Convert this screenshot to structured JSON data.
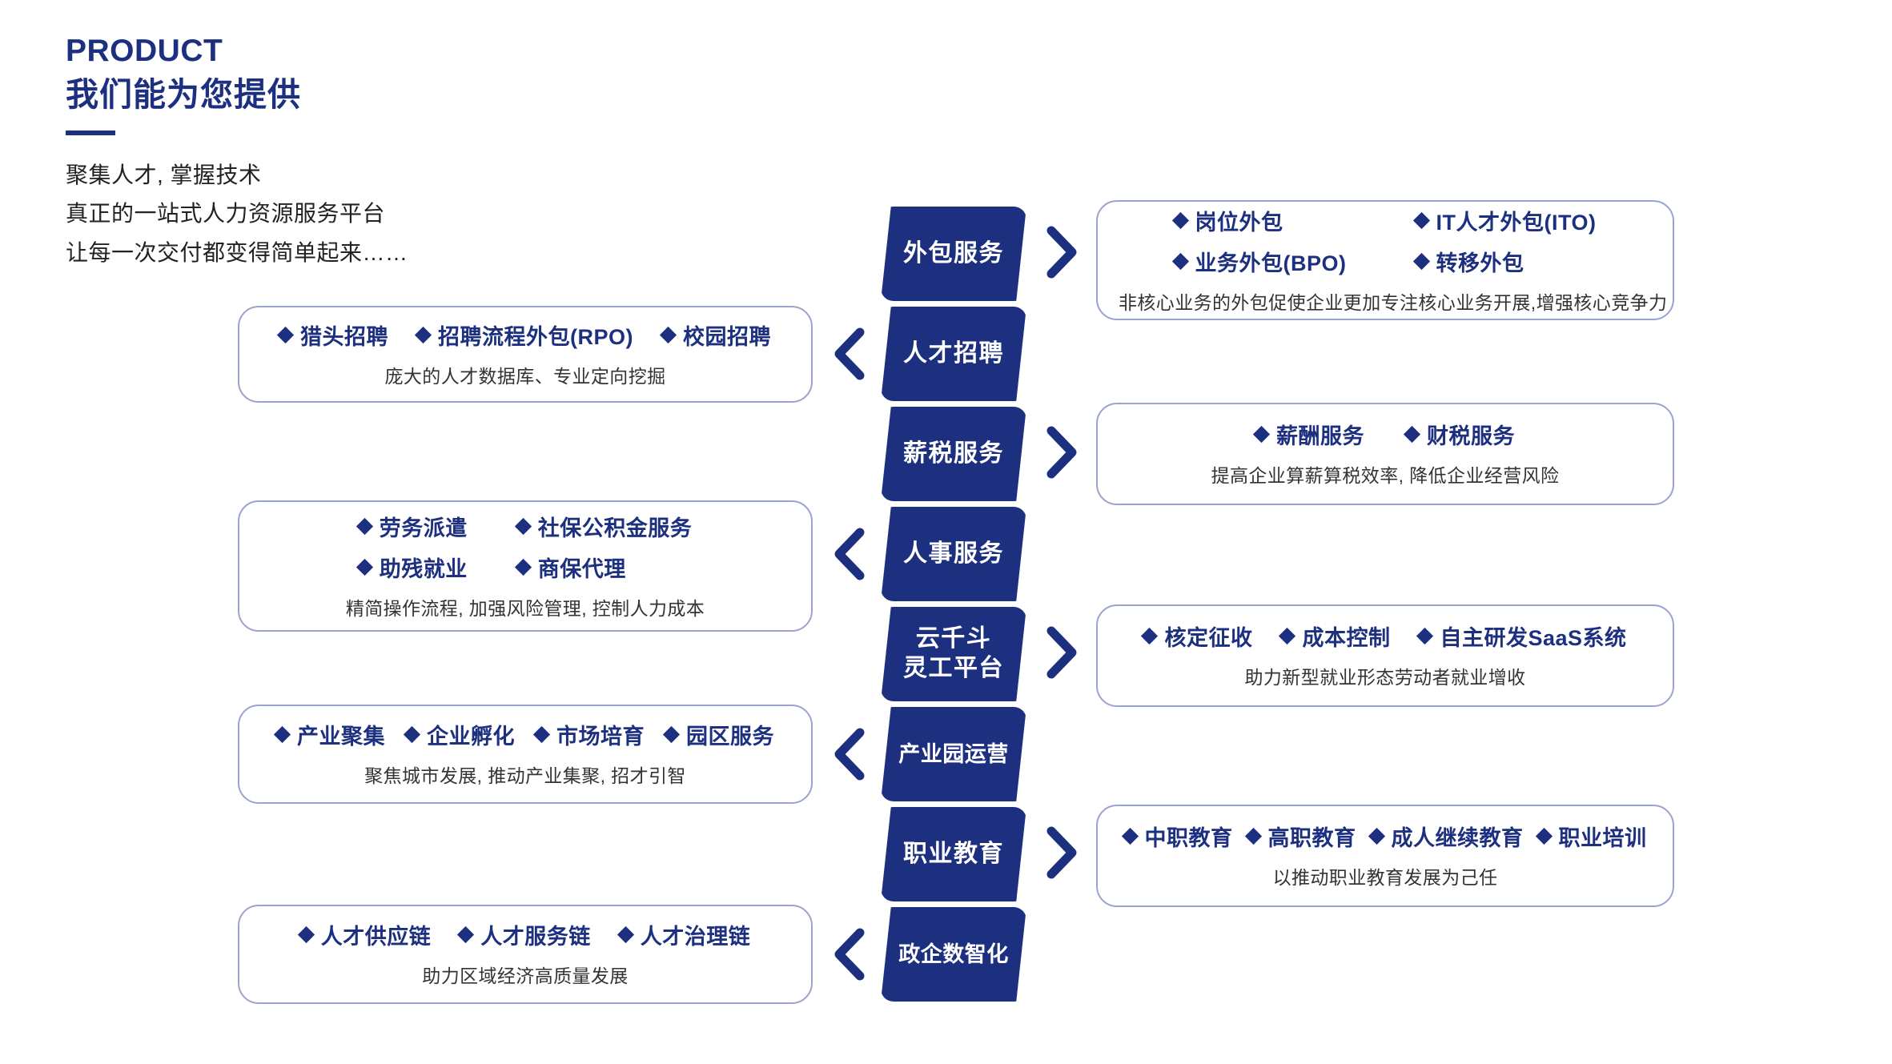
{
  "header": {
    "eyebrow": "PRODUCT",
    "title_cn": "我们能为您提供",
    "desc_line1": "聚集人才, 掌握技术",
    "desc_line2": "真正的一站式人力资源服务平台",
    "desc_line3": "让每一次交付都变得简单起来……"
  },
  "colors": {
    "brand_navy": "#1d3080",
    "card_border": "#9aa3cf",
    "text_dark": "#222222",
    "page_bg": "#ffffff"
  },
  "rows": [
    {
      "tab_label": "外包服务",
      "side": "right",
      "chevron": "chevron-right-icon",
      "bullets": [
        "岗位外包",
        "IT人才外包(ITO)",
        "业务外包(BPO)",
        "转移外包"
      ],
      "note": "非核心业务的外包促使企业更加专注核心业务开展,增强核心竞争力"
    },
    {
      "tab_label": "人才招聘",
      "side": "left",
      "chevron": "chevron-left-icon",
      "bullets": [
        "猎头招聘",
        "招聘流程外包(RPO)",
        "校园招聘"
      ],
      "note": "庞大的人才数据库、专业定向挖掘"
    },
    {
      "tab_label": "薪税服务",
      "side": "right",
      "chevron": "chevron-right-icon",
      "bullets": [
        "薪酬服务",
        "财税服务"
      ],
      "note": "提高企业算薪算税效率, 降低企业经营风险"
    },
    {
      "tab_label": "人事服务",
      "side": "left",
      "chevron": "chevron-left-icon",
      "bullets": [
        "劳务派遣",
        "社保公积金服务",
        "助残就业",
        "商保代理"
      ],
      "note": "精简操作流程, 加强风险管理, 控制人力成本"
    },
    {
      "tab_label_line1": "云千斗",
      "tab_label_line2": "灵工平台",
      "side": "right",
      "chevron": "chevron-right-icon",
      "bullets": [
        "核定征收",
        "成本控制",
        "自主研发SaaS系统"
      ],
      "note": "助力新型就业形态劳动者就业增收"
    },
    {
      "tab_label": "产业园运营",
      "side": "left",
      "chevron": "chevron-left-icon",
      "bullets": [
        "产业聚集",
        "企业孵化",
        "市场培育",
        "园区服务"
      ],
      "note": "聚焦城市发展, 推动产业集聚, 招才引智"
    },
    {
      "tab_label": "职业教育",
      "side": "right",
      "chevron": "chevron-right-icon",
      "bullets": [
        "中职教育",
        "高职教育",
        "成人继续教育",
        "职业培训"
      ],
      "note": "以推动职业教育发展为己任"
    },
    {
      "tab_label": "政企数智化",
      "side": "left",
      "chevron": "chevron-left-icon",
      "bullets": [
        "人才供应链",
        "人才服务链",
        "人才治理链"
      ],
      "note": "助力区域经济高质量发展"
    }
  ]
}
